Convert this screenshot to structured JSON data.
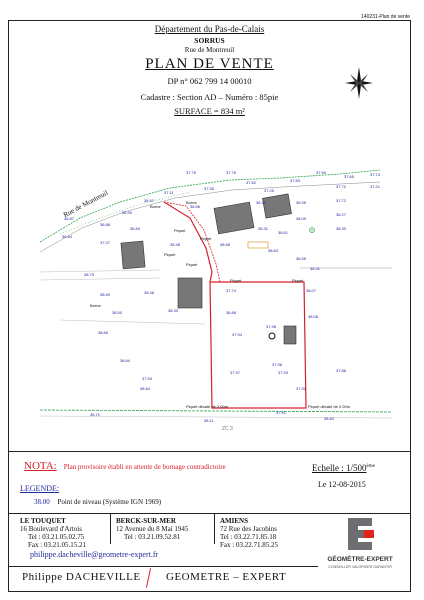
{
  "doc_ref": "140231-Plan de vente",
  "header": {
    "department": "Département du Pas-de-Calais",
    "commune": "SORRUS",
    "street": "Rue de Montreuil",
    "title": "PLAN DE VENTE",
    "dp_number": "DP n° 062 799 14 00010",
    "cadastre": "Cadastre : Section AD  –  Numéro : 85pie",
    "surface": "SURFACE = 834 m²"
  },
  "map": {
    "road_name": "Rue de Montreuil",
    "borne_labels": [
      "Borne",
      "Borne",
      "Borne"
    ],
    "piquet_labels": [
      "Piquet",
      "Piquet",
      "Piquet",
      "Piquet",
      "Piquet",
      "Piquet"
    ],
    "piquet_bottom_left": "Piquet décalé de 2.00m",
    "piquet_bottom_right": "Piquet décalé de 2.00m",
    "zone_label": "ZC 3",
    "colors": {
      "boundary": "#d6202a",
      "grass": "#2fa34a",
      "points": "#1f2a9a",
      "building": "#555555"
    },
    "spot_heights": [
      "37.75",
      "37.76",
      "37.62",
      "37.83",
      "37.54",
      "37.65",
      "37.74",
      "37.55",
      "37.25",
      "37.72",
      "37.21",
      "36.87",
      "36.64",
      "37.11",
      "36.90",
      "36.88",
      "36.97",
      "38.56",
      "36.43",
      "36.95",
      "37.72",
      "38.09",
      "37.07",
      "36.84",
      "36.31",
      "38.61",
      "38.30",
      "38.27",
      "38.48",
      "38.68",
      "38.63",
      "36.55",
      "38.75",
      "38.31",
      "37.74",
      "38.07",
      "38.69",
      "38.46",
      "38.50",
      "38.33",
      "38.88",
      "37.94",
      "38.08",
      "37.96",
      "38.66",
      "37.97",
      "37.93",
      "37.96",
      "37.86",
      "38.64",
      "37.94",
      "38.84",
      "37.52",
      "36.71",
      "38.11",
      "37.91",
      "38.84"
    ]
  },
  "legend_box": {
    "nota_label": "NOTA:",
    "nota_text": "Plan provisoire établi en attente de bornage contradictoire",
    "scale_label": "Echelle : 1/500",
    "scale_suffix": "ème",
    "date": "Le 12-08-2015",
    "legende_label": "LEGENDE:",
    "legend_value": "38.00",
    "legend_text": "Point de niveau (Système IGN 1969)"
  },
  "offices": [
    {
      "city": "LE TOUQUET",
      "address": "16 Boulevard d'Artois",
      "tel": "Tel : 03.21.05.02.75",
      "fax": "Fax : 03.21.05.15.21"
    },
    {
      "city": "BERCK-SUR-MER",
      "address": "12 Avenue du 8 Mai 1945",
      "tel": "Tel : 03.21.09.52.81",
      "fax": ""
    },
    {
      "city": "AMIENS",
      "address": "72 Rue des Jacobins",
      "tel": "Tel : 03.22.71.85.18",
      "fax": "Fax : 03.22.71.85.25"
    }
  ],
  "email": "philippe.dacheville@geometre-expert.fr",
  "footer": {
    "name": "Philippe DACHEVILLE",
    "profession": "GEOMETRE – EXPERT"
  },
  "logo": {
    "brand": "GÉOMÈTRE-EXPERT",
    "tagline": "CONSEILLER VALORISER GARANTIR"
  }
}
